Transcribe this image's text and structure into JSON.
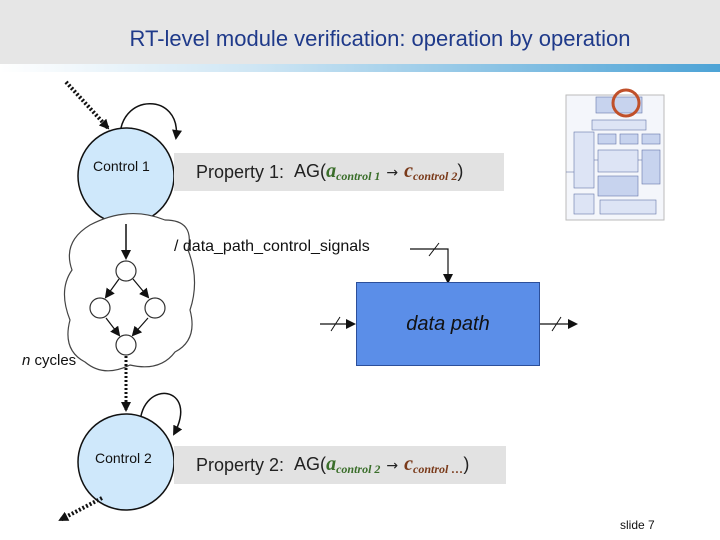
{
  "header": {
    "title": "RT-level module verification: operation by operation"
  },
  "states": {
    "top_label": "Control 1",
    "bottom_label": "Control 2"
  },
  "properties": {
    "p1": {
      "label": "Property 1:",
      "prefix": "AG(",
      "a_letter": "a",
      "a_sub": "control 1",
      "arrow": "→",
      "c_letter": "c",
      "c_sub": "control 2",
      "suffix": ")"
    },
    "p2": {
      "label": "Property 2:",
      "prefix": "AG(",
      "a_letter": "a",
      "a_sub": "control 2",
      "arrow": "→",
      "c_letter": "c",
      "c_sub": "control …",
      "suffix": ")"
    }
  },
  "signals_label": "/ data_path_control_signals",
  "datapath_label": "data path",
  "ncycles": {
    "n": "n",
    "rest": " cycles"
  },
  "slide_number": "slide 7",
  "colors": {
    "title": "#1f3a8a",
    "state_fill": "#cfe8fb",
    "datapath_fill": "#5b8ee8",
    "property_bg": "#e2e2e2",
    "highlight_circle": "#c0502a"
  }
}
